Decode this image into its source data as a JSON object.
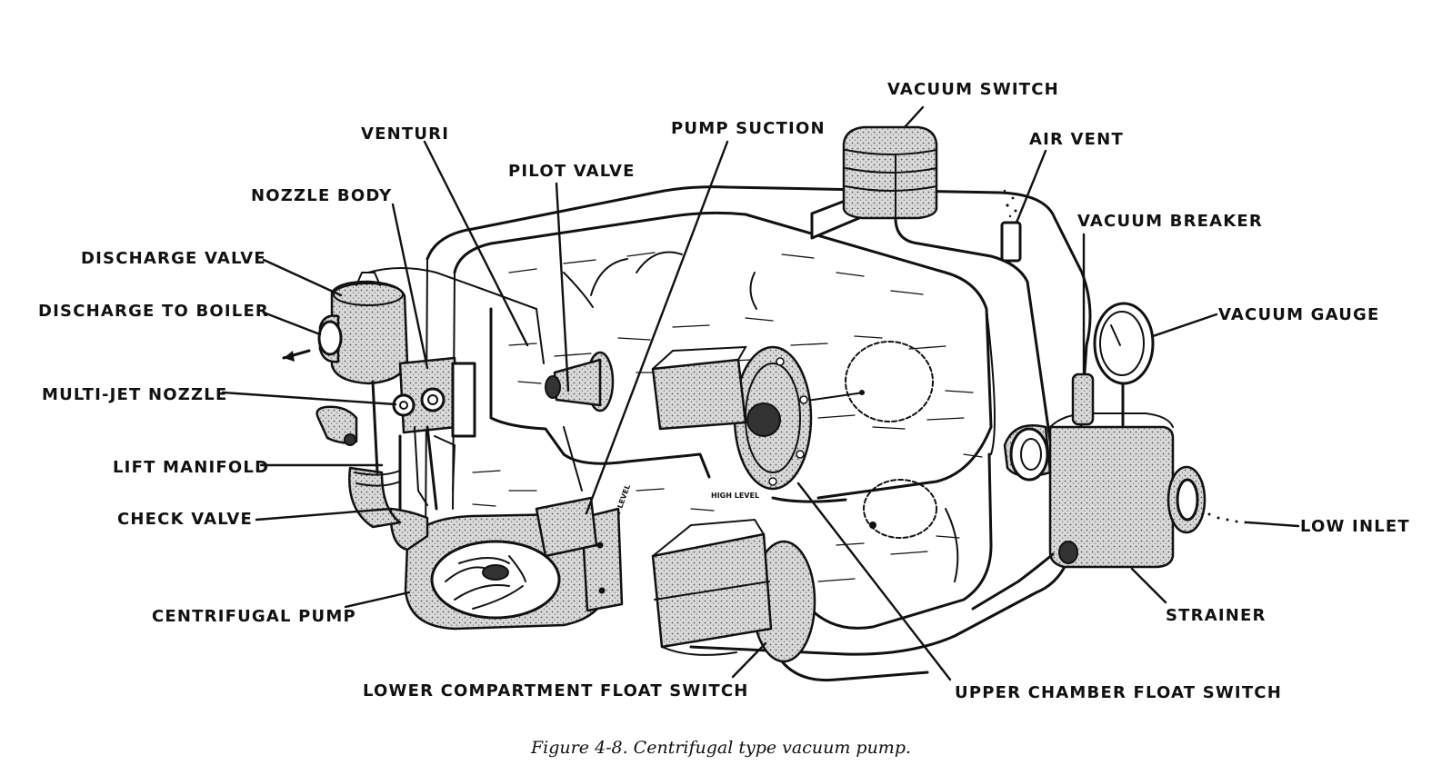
{
  "labels": {
    "vacuum_switch": "VACUUM SWITCH",
    "venturi": "VENTURI",
    "pump_suction": "PUMP SUCTION",
    "air_vent": "AIR VENT",
    "pilot_valve": "PILOT VALVE",
    "nozzle_body": "NOZZLE BODY",
    "vacuum_breaker": "VACUUM BREAKER",
    "discharge_valve": "DISCHARGE VALVE",
    "discharge_to_boiler": "DISCHARGE TO BOILER",
    "vacuum_gauge": "VACUUM GAUGE",
    "multi_jet_nozzle": "MULTI-JET NOZZLE",
    "lift_manifold": "LIFT MANIFOLD",
    "check_valve": "CHECK VALVE",
    "low_inlet": "LOW INLET",
    "centrifugal_pump": "CENTRIFUGAL PUMP",
    "strainer": "STRAINER",
    "lower_compartment_float_switch": "LOWER COMPARTMENT FLOAT SWITCH",
    "upper_chamber_float_switch": "UPPER CHAMBER FLOAT SWITCH"
  },
  "tank_markings": {
    "high_level": "HIGH LEVEL",
    "low_level": "LOW LEVEL"
  },
  "caption": "Figure 4-8.   Centrifugal type vacuum pump."
}
